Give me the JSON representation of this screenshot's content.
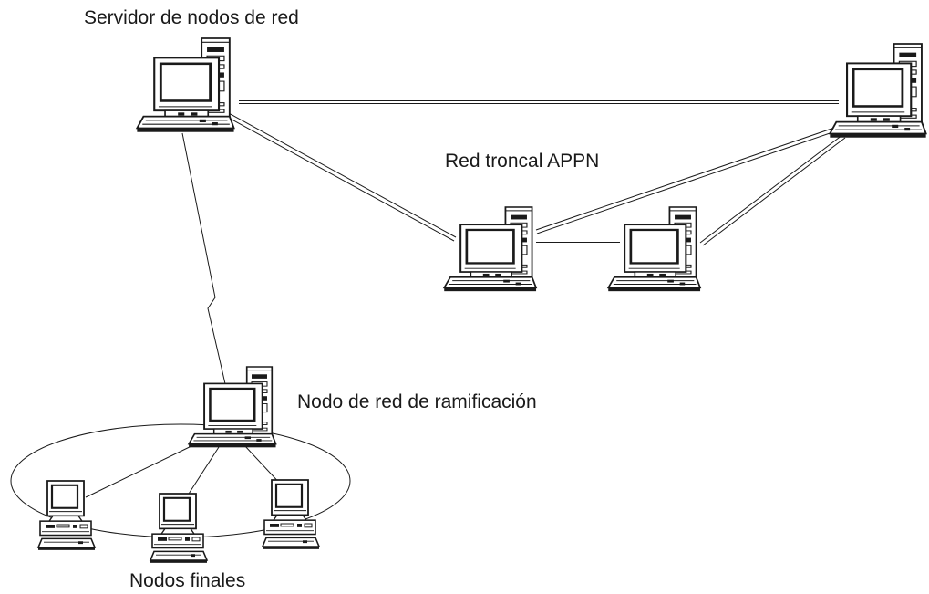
{
  "labels": {
    "server": "Servidor de nodos de red",
    "backbone": "Red troncal APPN",
    "branch": "Nodo de red de ramificación",
    "end_nodes": "Nodos finales"
  },
  "colors": {
    "line": "#1a1a1a",
    "background": "#ffffff",
    "screen_fill": "#ffffff"
  },
  "nodes": [
    {
      "id": "network-node-server",
      "kind": "tower-workstation"
    },
    {
      "id": "backbone-node-right",
      "kind": "tower-workstation"
    },
    {
      "id": "backbone-node-center",
      "kind": "tower-workstation"
    },
    {
      "id": "backbone-node-middle",
      "kind": "tower-workstation"
    },
    {
      "id": "branch-network-node",
      "kind": "tower-workstation"
    },
    {
      "id": "end-node-1",
      "kind": "desktop-workstation"
    },
    {
      "id": "end-node-2",
      "kind": "desktop-workstation"
    },
    {
      "id": "end-node-3",
      "kind": "desktop-workstation"
    }
  ],
  "links": [
    {
      "from": "network-node-server",
      "to": "backbone-node-right",
      "style": "double"
    },
    {
      "from": "network-node-server",
      "to": "backbone-node-center",
      "style": "double"
    },
    {
      "from": "backbone-node-center",
      "to": "backbone-node-middle",
      "style": "double"
    },
    {
      "from": "backbone-node-center",
      "to": "backbone-node-right",
      "style": "double"
    },
    {
      "from": "backbone-node-middle",
      "to": "backbone-node-right",
      "style": "double"
    },
    {
      "from": "network-node-server",
      "to": "branch-network-node",
      "style": "lightning"
    },
    {
      "from": "branch-network-node",
      "to": "end-node-1",
      "style": "single"
    },
    {
      "from": "branch-network-node",
      "to": "end-node-2",
      "style": "single"
    },
    {
      "from": "branch-network-node",
      "to": "end-node-3",
      "style": "single"
    }
  ]
}
